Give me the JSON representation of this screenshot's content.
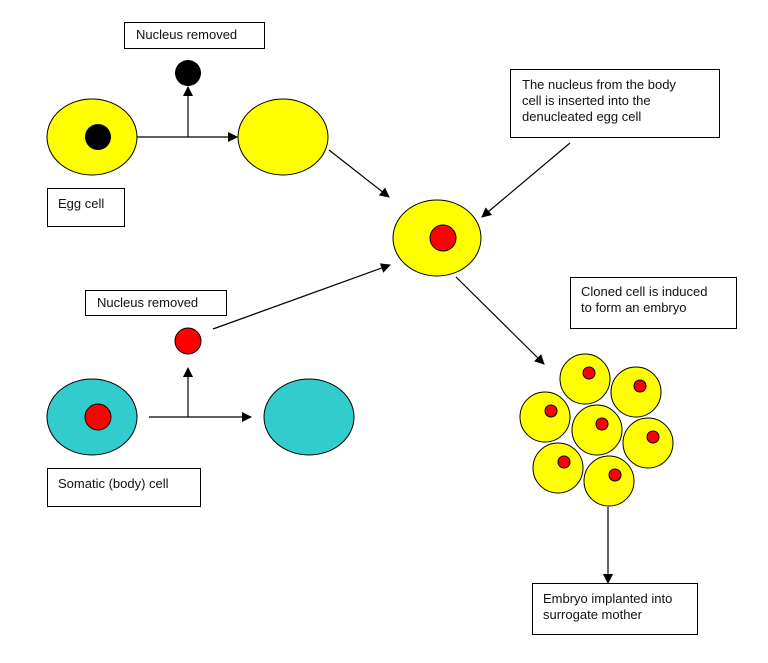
{
  "title": "Somatic cell nuclear transfer (cloning) process",
  "colors": {
    "egg_cytoplasm": "#ffff00",
    "somatic_cytoplasm": "#33cccc",
    "egg_nucleus": "#000000",
    "somatic_nucleus": "#ff0000",
    "outline": "#000000"
  },
  "labels": {
    "egg_nucleus_removed": "Nucleus removed",
    "egg_cell": "Egg cell",
    "insertion": "The nucleus from the body\ncell is inserted into the\ndenucleated egg cell",
    "somatic_nucleus_removed": "Nucleus removed",
    "somatic_cell": "Somatic  (body) cell",
    "embryo_induced": "Cloned cell is induced\nto form an embryo",
    "implanted": "Embryo implanted  into\nsurrogate mother"
  }
}
